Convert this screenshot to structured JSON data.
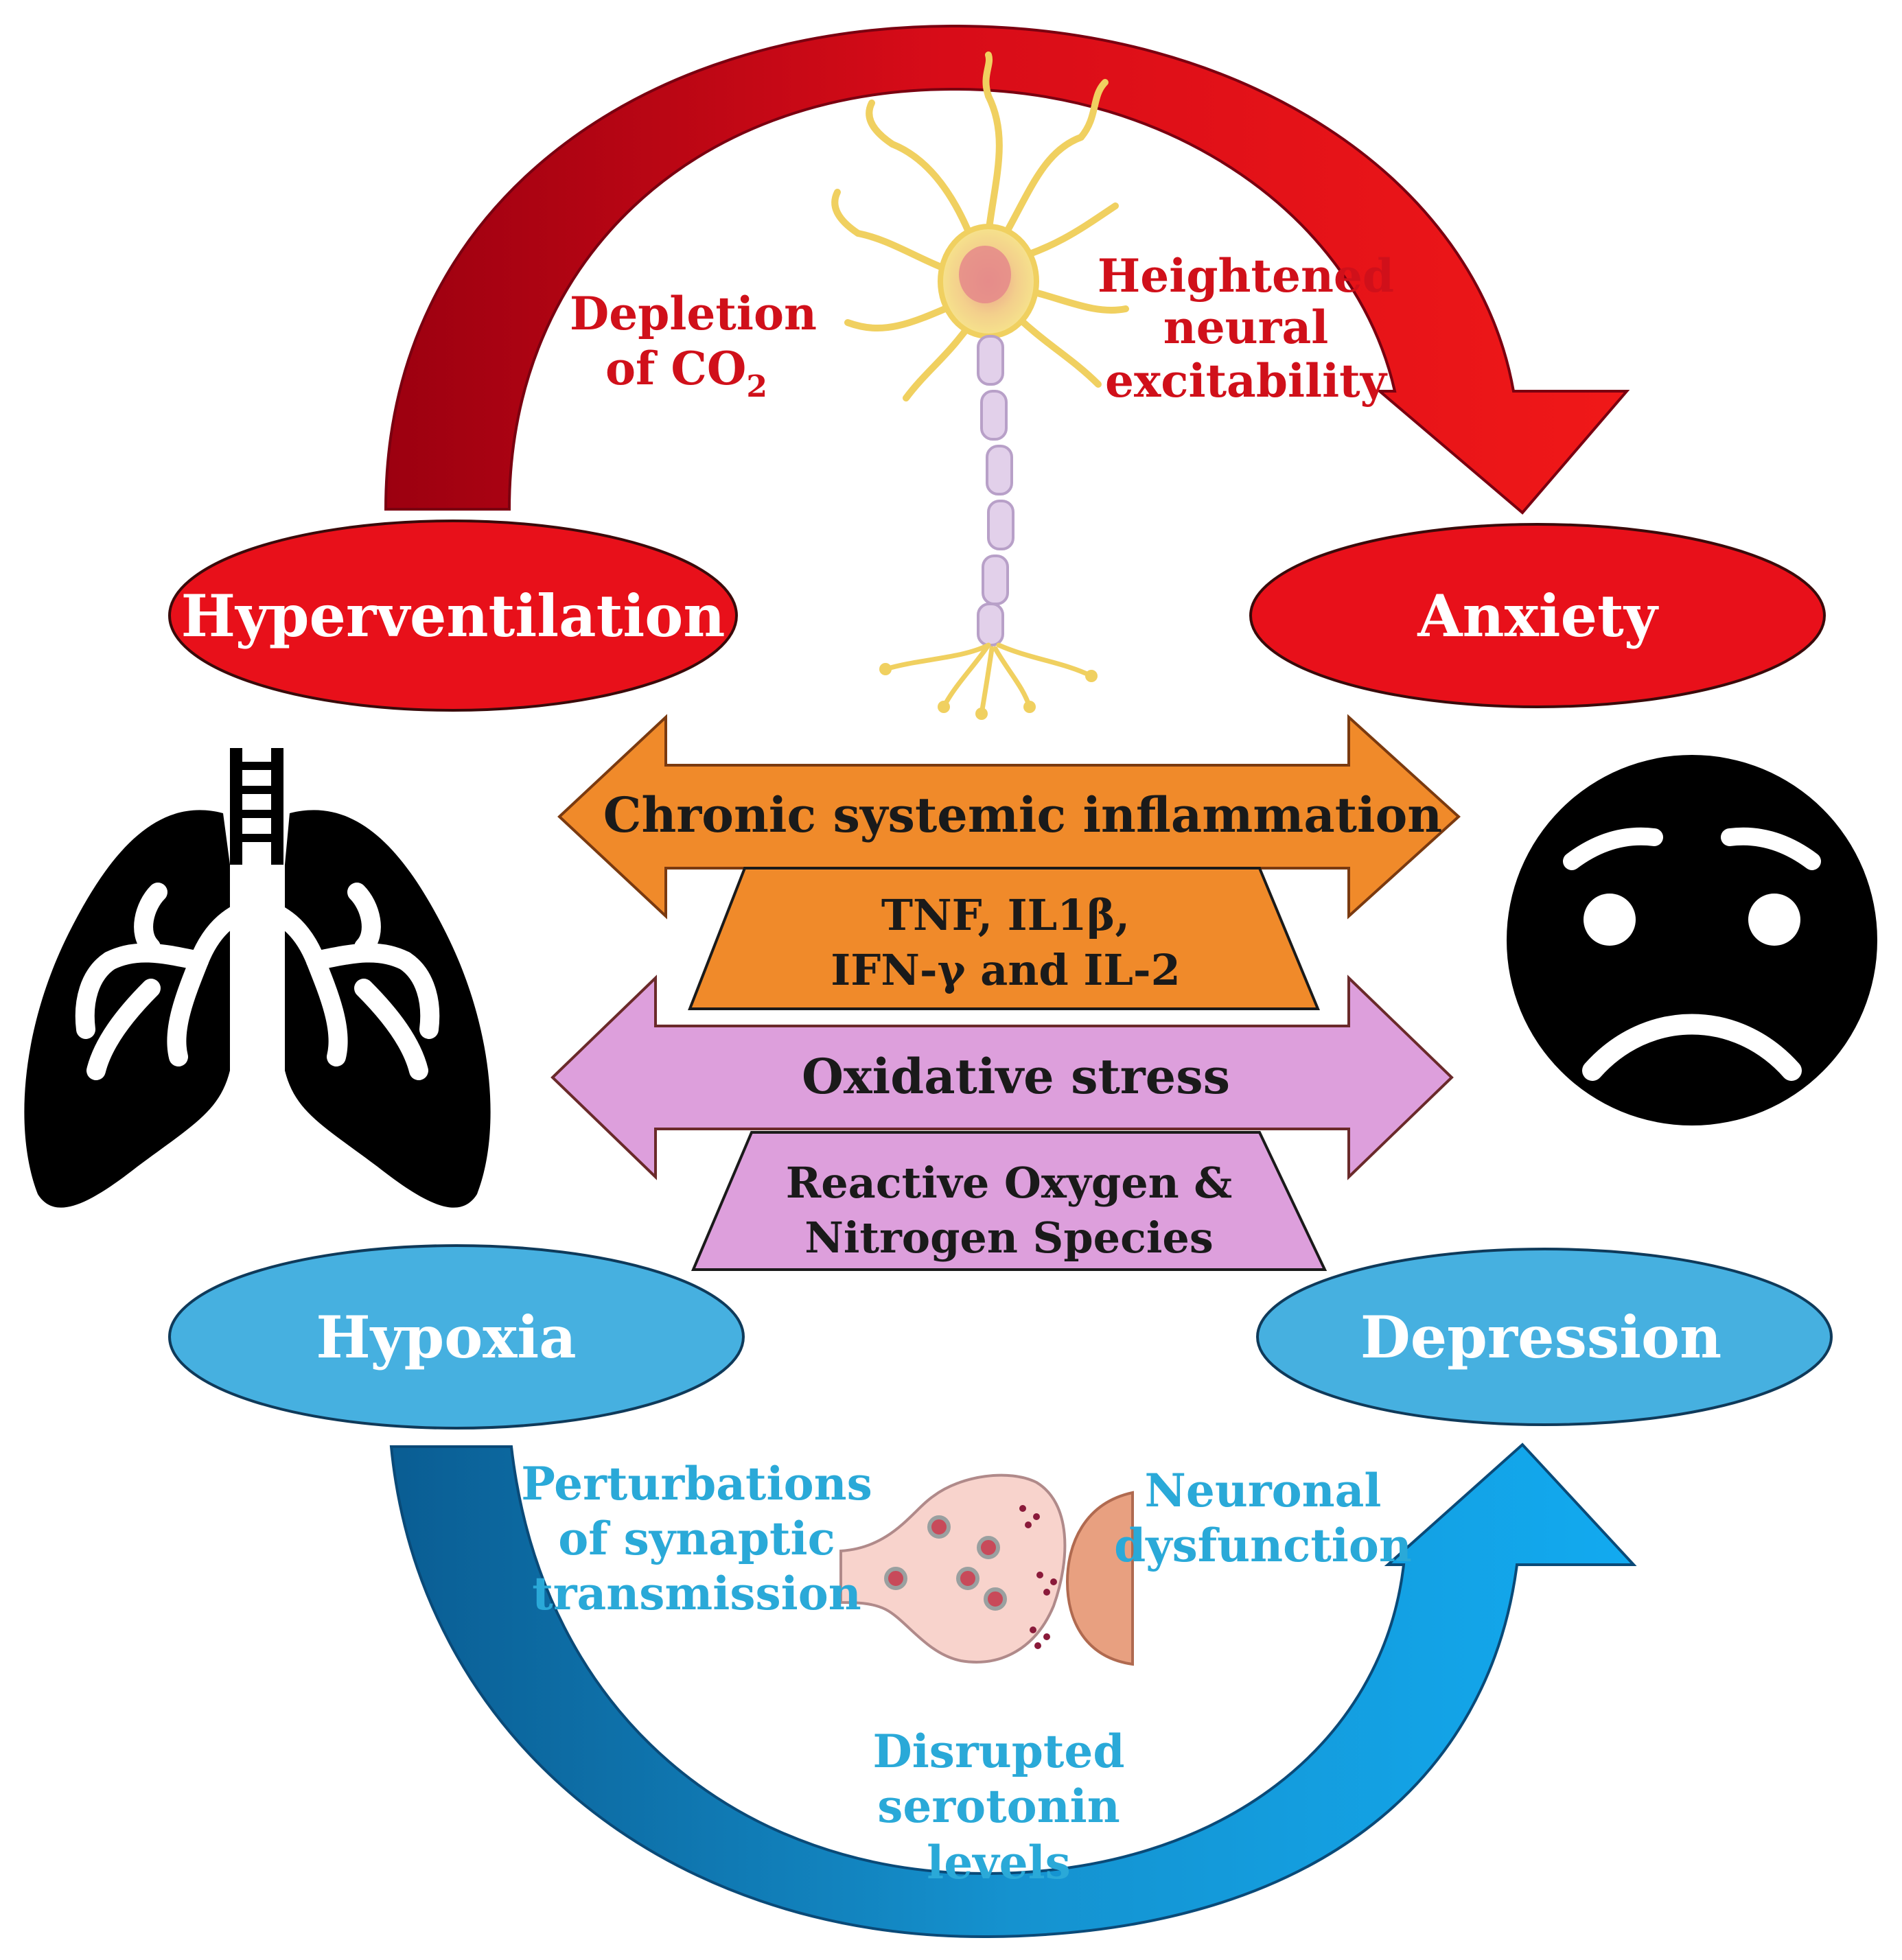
{
  "diagram": {
    "nodes": {
      "hyperventilation": "Hyperventilation",
      "anxiety": "Anxiety",
      "hypoxia": "Hypoxia",
      "depression": "Depression"
    },
    "top_cycle": {
      "left_note_line1": "Depletion",
      "left_note_line2": "of CO",
      "left_note_sub": "2",
      "right_note_lines": [
        "Heightened",
        "neural",
        "excitability"
      ]
    },
    "bottom_cycle": {
      "left_note_lines": [
        "Perturbations",
        "of synaptic",
        "transmission"
      ],
      "right_note_lines": [
        "Neuronal",
        "dysfunction"
      ],
      "bottom_note_lines": [
        "Disrupted",
        "serotonin",
        "levels"
      ]
    },
    "middle": {
      "inflammation_label": "Chronic systemic inflammation",
      "inflammation_markers": [
        "TNF, IL1β,",
        "IFN-γ and IL-2"
      ],
      "oxidative_label": "Oxidative stress",
      "oxidative_species": [
        "Reactive Oxygen &",
        "Nitrogen Species"
      ]
    },
    "icons": [
      "lungs-icon",
      "worried-face-icon",
      "neuron-icon",
      "synapse-icon"
    ],
    "colors": {
      "red": "#e8101a",
      "dark_red": "#a80010",
      "blue": "#46b0e0",
      "dark_blue": "#0f6fa8",
      "orange": "#f08a2a",
      "pink": "#dd9fdc",
      "black": "#000000"
    }
  }
}
